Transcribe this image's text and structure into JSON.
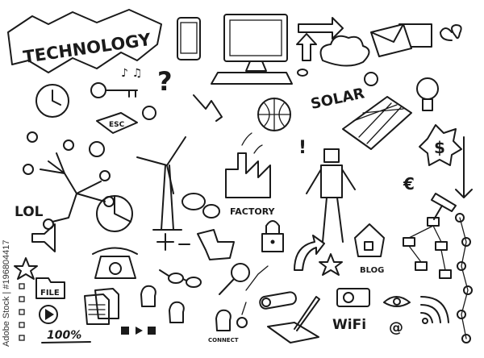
{
  "labels": {
    "technology": "TECHNOLOGY",
    "solar": "SOLAR",
    "factory": "FACTORY",
    "lol": "LOL",
    "file": "FILE",
    "blog": "BLOG",
    "wifi": "WiFi",
    "percent": "100%",
    "connect": "CONNECT",
    "esc": "ESC",
    "dollar": "$",
    "euro": "€",
    "at": "@",
    "question": "?"
  },
  "watermark": "Adobe Stock | #196804417",
  "colors": {
    "ink": "#1a1a1a",
    "background": "#ffffff"
  }
}
